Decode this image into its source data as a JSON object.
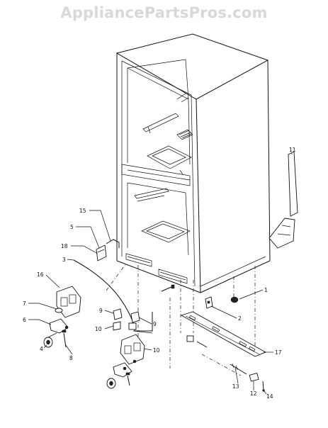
{
  "watermark": "AppliancePartsPros.com",
  "callouts": {
    "c1": "1",
    "c2": "2",
    "c3": "3",
    "c4": "4",
    "c5": "5",
    "c6": "6",
    "c7": "7",
    "c8": "8",
    "c9a": "9",
    "c9b": "9",
    "c10a": "10",
    "c10b": "10",
    "c11": "11",
    "c12": "12",
    "c13": "13",
    "c14": "14",
    "c15": "15",
    "c16": "16",
    "c17": "17",
    "c18": "18"
  }
}
